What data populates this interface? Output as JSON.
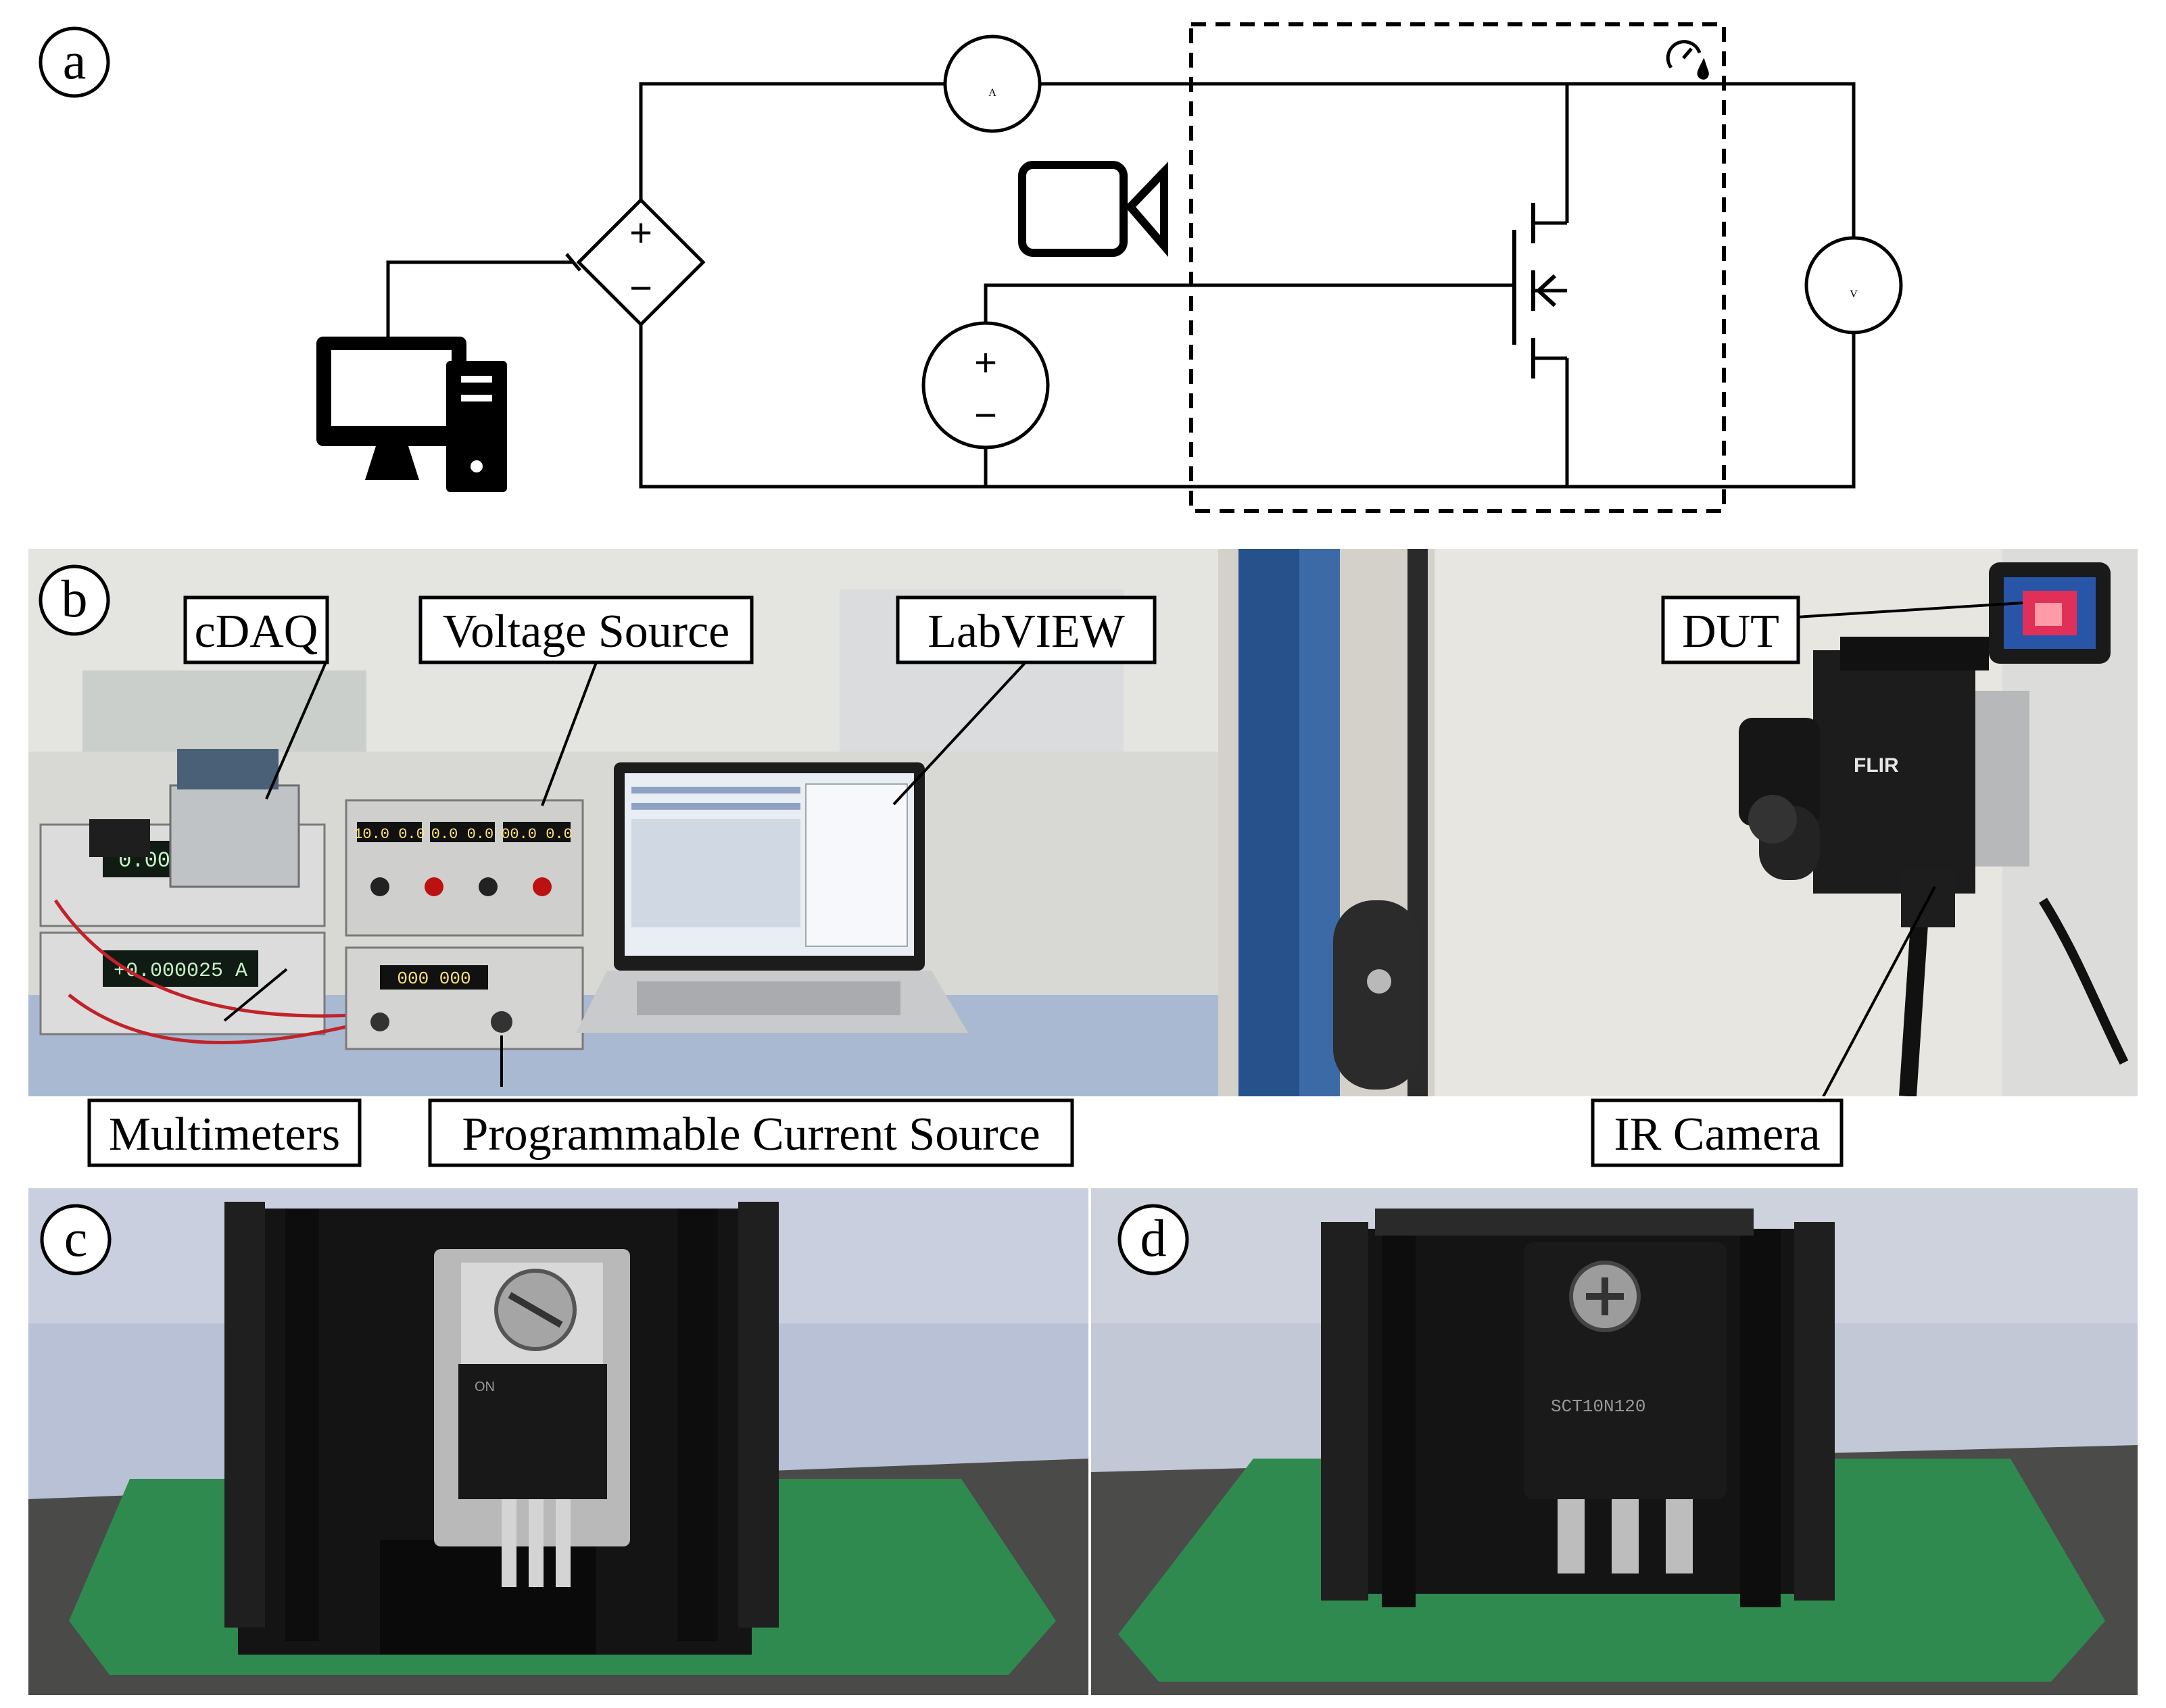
{
  "panels": {
    "a": {
      "label": "a"
    },
    "b": {
      "label": "b"
    },
    "c": {
      "label": "c"
    },
    "d": {
      "label": "d"
    }
  },
  "circuit": {
    "ammeter": "A",
    "voltmeter": "V",
    "controlled_source_plus": "+",
    "controlled_source_minus": "−",
    "gate_source_plus": "+",
    "gate_source_minus": "−"
  },
  "photo_labels": {
    "cdaq": "cDAQ",
    "voltage_source": "Voltage Source",
    "labview": "LabVIEW",
    "dut": "DUT",
    "multimeters": "Multimeters",
    "programmable_current_source": "Programmable Current Source",
    "ir_camera": "IR Camera"
  },
  "device_readouts": {
    "multimeter_top": "0.0016mV",
    "multimeter_bottom": "+0.000025 A",
    "voltage_source_display_1": "10.0 0.0",
    "voltage_source_display_2": "0.0 0.0",
    "voltage_source_display_3": "00.0 0.0",
    "current_source_display": "000 000",
    "camera_brand": "FLIR",
    "chip_c_marking": "ON",
    "chip_d_marking": "SCT10N120"
  },
  "colors": {
    "line": "#000000",
    "pcb_green": "#2f8a4f",
    "heatsink": "#141414",
    "bench_blue": "#9fb3cf",
    "lab_wall": "#d9d9d6",
    "door_blue": "#26518a"
  }
}
